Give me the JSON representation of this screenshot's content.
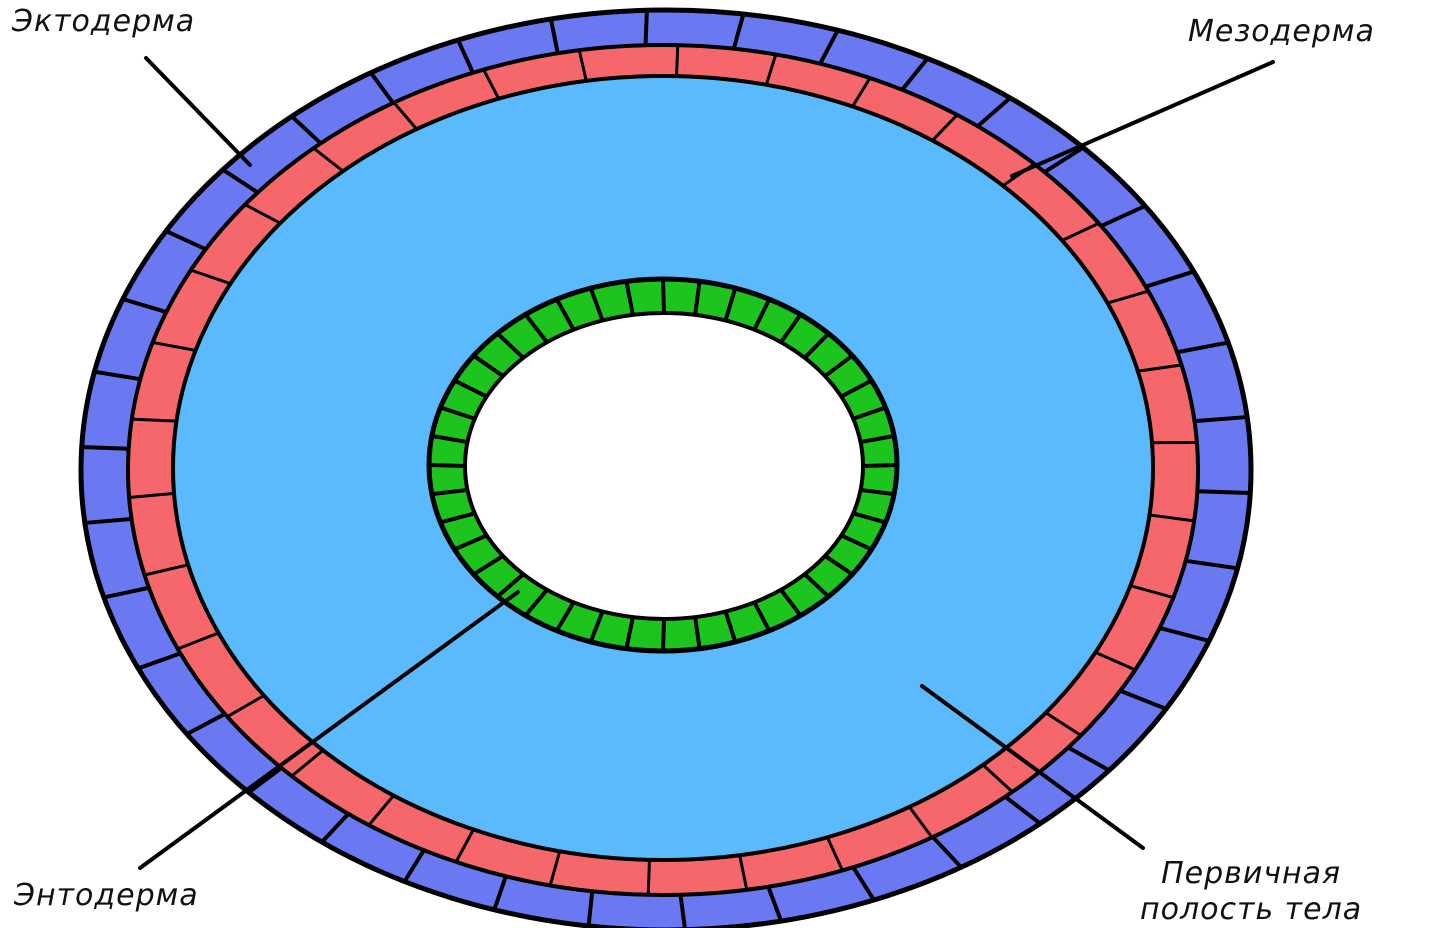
{
  "labels": {
    "ectoderm": "Эктодерма",
    "mesoderm": "Мезодерма",
    "endoderm": "Энтодерма",
    "cavity_line1": "Первичная",
    "cavity_line2": "полость тела"
  },
  "colors": {
    "ectoderm": "#6a78f2",
    "mesoderm": "#f5676b",
    "cavity": "#5bbafc",
    "endoderm": "#1ec41e",
    "lumen": "#ffffff",
    "outline": "#000000"
  },
  "layers": {
    "ectoderm_cells": 38,
    "mesoderm_cells": 34,
    "endoderm_cells": 40
  }
}
